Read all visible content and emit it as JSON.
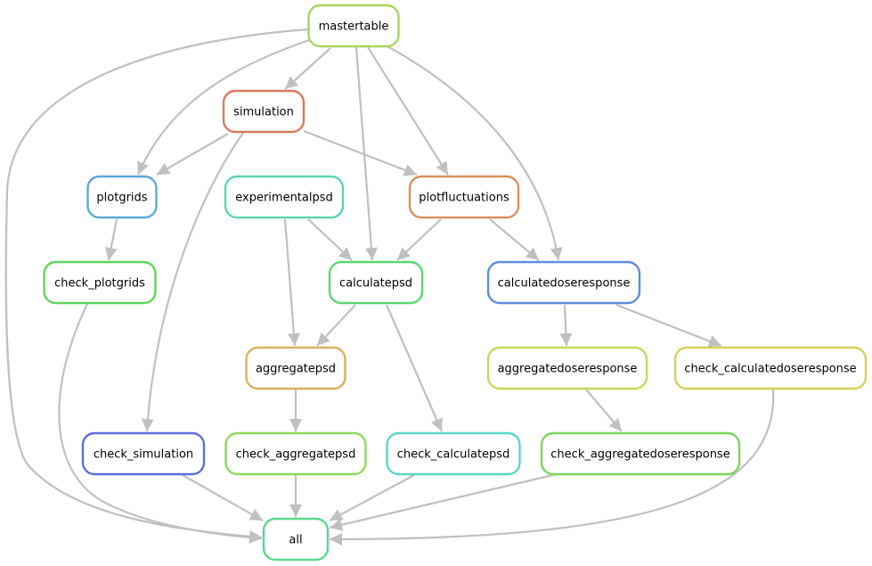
{
  "colors": {
    "edge": "#c0c0c0"
  },
  "nodes": {
    "mastertable": {
      "label": "mastertable",
      "color": "#a6d65c"
    },
    "simulation": {
      "label": "simulation",
      "color": "#d97a5d"
    },
    "plotgrids": {
      "label": "plotgrids",
      "color": "#5ba8d6"
    },
    "experimentalpsd": {
      "label": "experimentalpsd",
      "color": "#5cd6ad"
    },
    "plotfluctuations": {
      "label": "plotfluctuations",
      "color": "#d98f5d"
    },
    "check_plotgrids": {
      "label": "check_plotgrids",
      "color": "#5cd65c"
    },
    "calculatepsd": {
      "label": "calculatepsd",
      "color": "#5cd670"
    },
    "calculatedoseresponse": {
      "label": "calculatedoseresponse",
      "color": "#5d8ed9"
    },
    "aggregatepsd": {
      "label": "aggregatepsd",
      "color": "#d9b05d"
    },
    "aggregatedoseresponse": {
      "label": "aggregatedoseresponse",
      "color": "#c6d95d"
    },
    "check_calculatedoseresponse": {
      "label": "check_calculatedoseresponse",
      "color": "#d6cf5c"
    },
    "check_simulation": {
      "label": "check_simulation",
      "color": "#5d6fd9"
    },
    "check_aggregatepsd": {
      "label": "check_aggregatepsd",
      "color": "#8ed95d"
    },
    "check_calculatepsd": {
      "label": "check_calculatepsd",
      "color": "#5cd6c8"
    },
    "check_aggregatedoseresponse": {
      "label": "check_aggregatedoseresponse",
      "color": "#7ad65c"
    },
    "all": {
      "label": "all",
      "color": "#5cd68e"
    }
  },
  "edges": [
    [
      "mastertable",
      "simulation"
    ],
    [
      "mastertable",
      "plotgrids"
    ],
    [
      "simulation",
      "plotgrids"
    ],
    [
      "mastertable",
      "calculatepsd"
    ],
    [
      "mastertable",
      "plotfluctuations"
    ],
    [
      "mastertable",
      "calculatedoseresponse"
    ],
    [
      "mastertable",
      "all"
    ],
    [
      "simulation",
      "plotfluctuations"
    ],
    [
      "simulation",
      "check_simulation"
    ],
    [
      "plotgrids",
      "check_plotgrids"
    ],
    [
      "experimentalpsd",
      "calculatepsd"
    ],
    [
      "experimentalpsd",
      "aggregatepsd"
    ],
    [
      "plotfluctuations",
      "calculatepsd"
    ],
    [
      "plotfluctuations",
      "calculatedoseresponse"
    ],
    [
      "check_plotgrids",
      "all"
    ],
    [
      "calculatepsd",
      "aggregatepsd"
    ],
    [
      "calculatepsd",
      "check_calculatepsd"
    ],
    [
      "calculatedoseresponse",
      "aggregatedoseresponse"
    ],
    [
      "calculatedoseresponse",
      "check_calculatedoseresponse"
    ],
    [
      "aggregatepsd",
      "check_aggregatepsd"
    ],
    [
      "aggregatedoseresponse",
      "check_aggregatedoseresponse"
    ],
    [
      "check_calculatedoseresponse",
      "all"
    ],
    [
      "check_simulation",
      "all"
    ],
    [
      "check_aggregatepsd",
      "all"
    ],
    [
      "check_calculatepsd",
      "all"
    ],
    [
      "check_aggregatedoseresponse",
      "all"
    ]
  ]
}
